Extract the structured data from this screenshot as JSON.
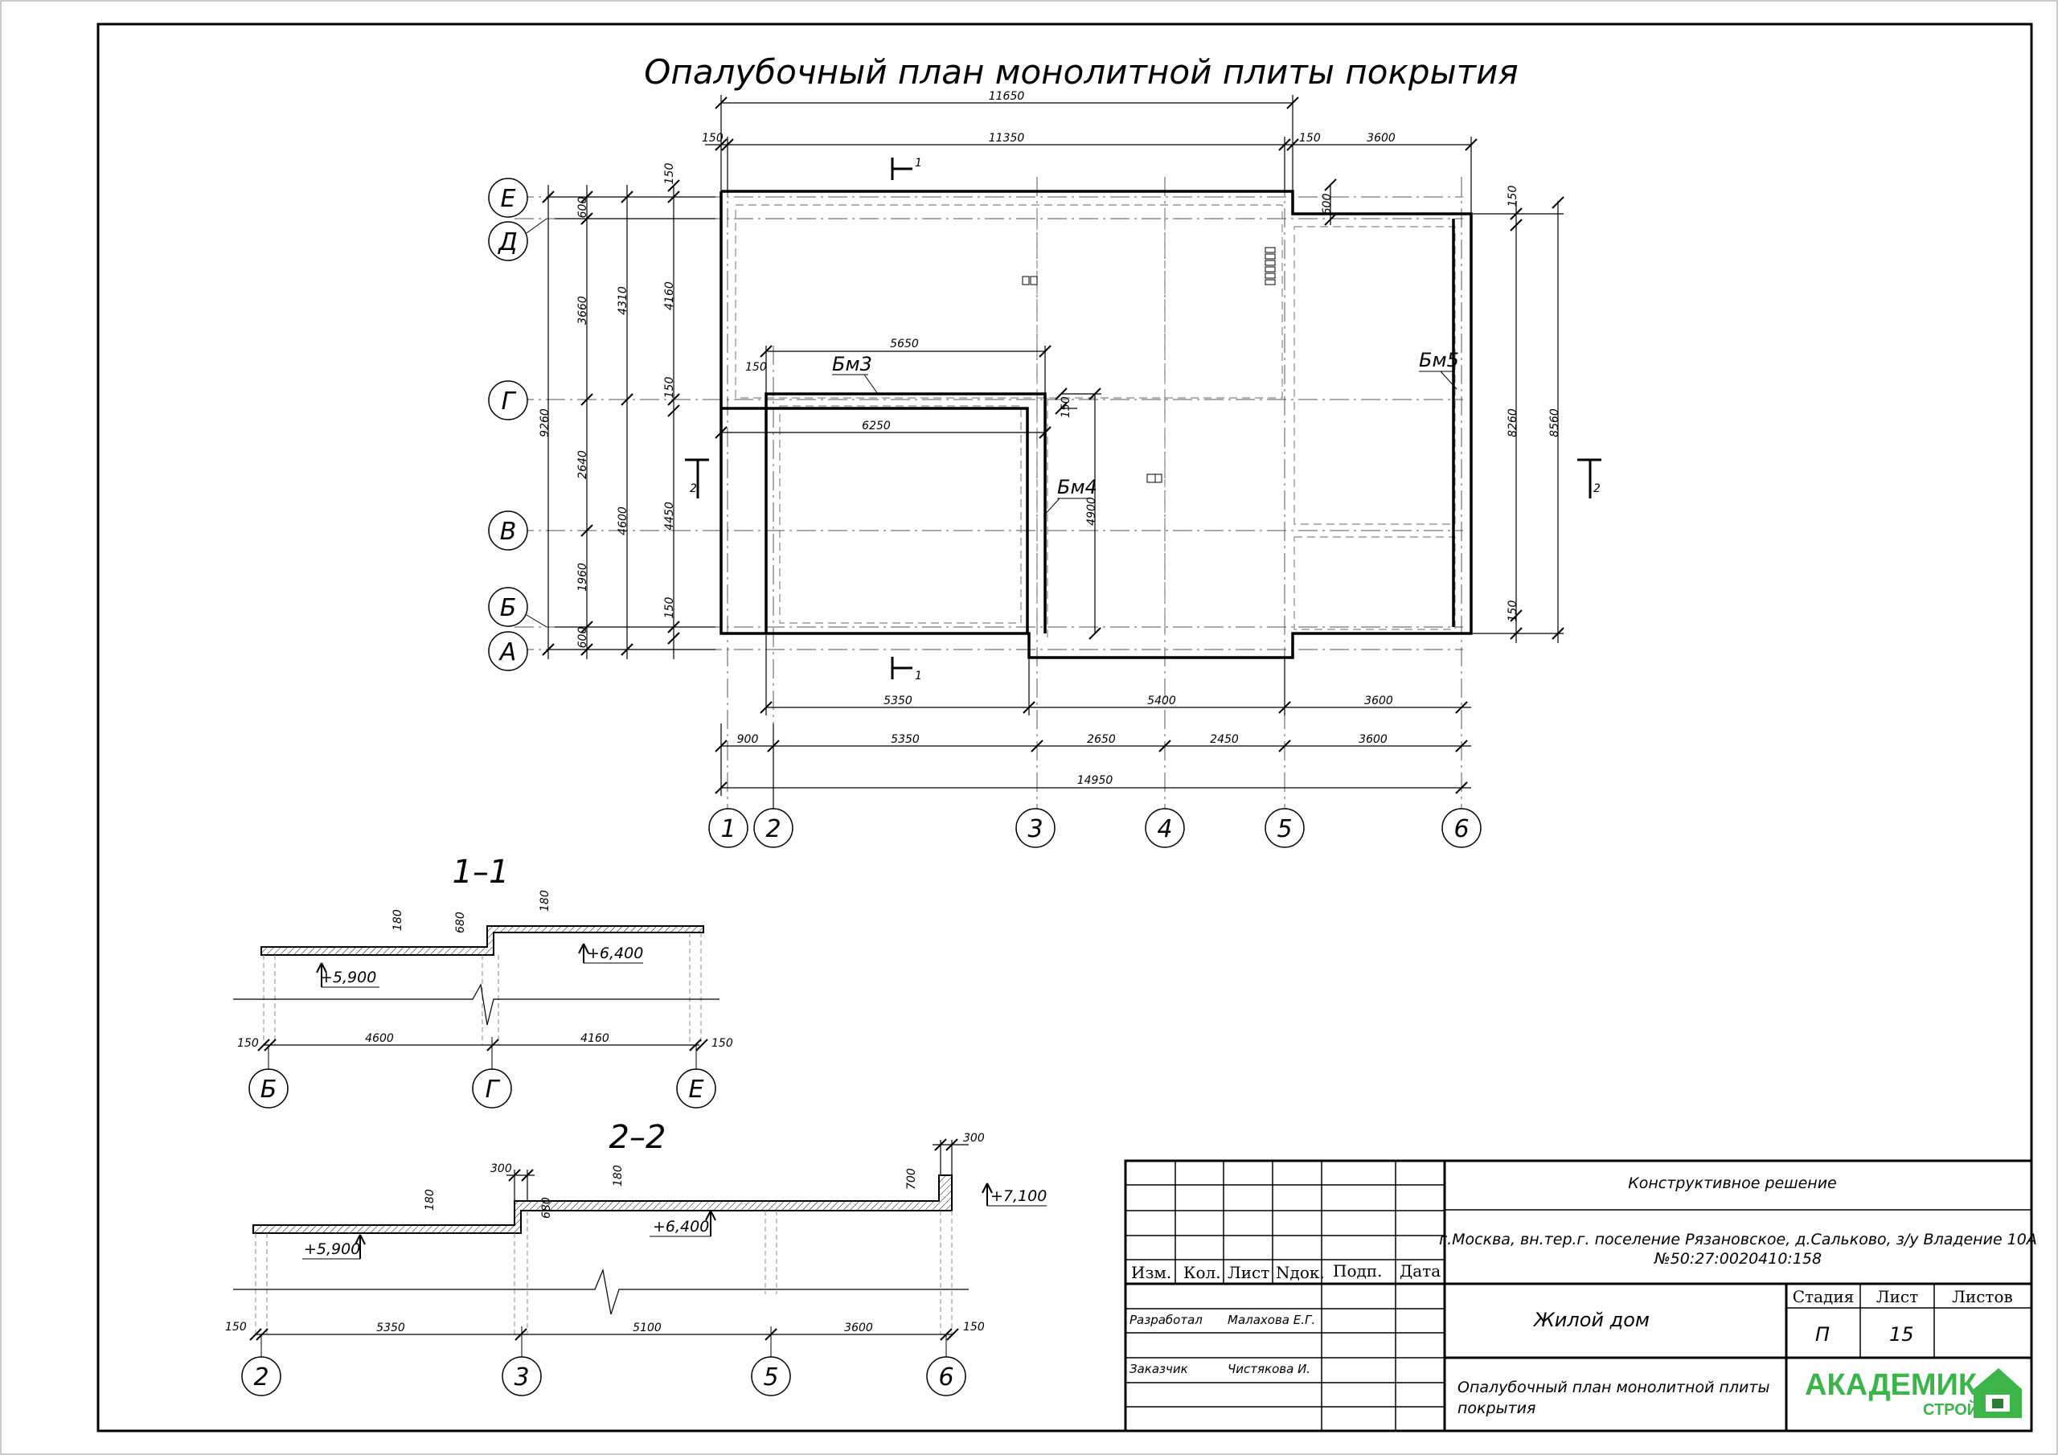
{
  "title": "Опалубочный план монолитной плиты покрытия",
  "axes": {
    "rows": [
      "Е",
      "Д",
      "Г",
      "В",
      "Б",
      "А"
    ],
    "cols": [
      "1",
      "2",
      "3",
      "4",
      "5",
      "6"
    ]
  },
  "beams": [
    "Бм3",
    "Бм4",
    "Бм5"
  ],
  "section_marks": {
    "s1": "1",
    "s2": "2"
  },
  "dims": {
    "top_total": "11650",
    "top_inner": "11350",
    "top_left_offset": "150",
    "top_right_offset": "150",
    "top_right_span": "3600",
    "inner_5650": "5650",
    "inner_150": "150",
    "inner_6250": "6250",
    "inner_150b": "150",
    "inner_4900": "4900",
    "row_5350": "5350",
    "row_5400": "5400",
    "row_3600": "3600",
    "bot_900": "900",
    "bot_5350": "5350",
    "bot_2650": "2650",
    "bot_2450": "2450",
    "bot_3600": "3600",
    "bot_total": "14950",
    "left_600a": "600",
    "left_3660": "3660",
    "left_2640": "2640",
    "left_1960": "1960",
    "left_600b": "600",
    "left_9260": "9260",
    "left_4310": "4310",
    "left_4600": "4600",
    "left_4160": "4160",
    "left_4450": "4450",
    "left_150a": "150",
    "left_150b": "150",
    "left_150c": "150",
    "right_150a": "150",
    "right_8260": "8260",
    "right_150b": "150",
    "right_8560": "8560",
    "right_600": "600"
  },
  "section_1": {
    "label": "1–1",
    "level_low": "+5,900",
    "level_high": "+6,400",
    "dim_180a": "180",
    "dim_680": "680",
    "dim_180b": "180",
    "dim_150l": "150",
    "dim_4600": "4600",
    "dim_4160": "4160",
    "dim_150r": "150",
    "axes": [
      "Б",
      "Г",
      "Е"
    ]
  },
  "section_2": {
    "label": "2–2",
    "level_low": "+5,900",
    "level_mid": "+6,400",
    "level_high": "+7,100",
    "dim_300a": "300",
    "dim_180a": "180",
    "dim_680": "680",
    "dim_180b": "180",
    "dim_700": "700",
    "dim_300b": "300",
    "dim_150l": "150",
    "dim_5350": "5350",
    "dim_5100": "5100",
    "dim_3600": "3600",
    "dim_150r": "150",
    "axes": [
      "2",
      "3",
      "5",
      "6"
    ]
  },
  "title_block": {
    "hdr_izm": "Изм.",
    "hdr_kol": "Кол.",
    "hdr_list": "Лист",
    "hdr_ndok": "Nдок.",
    "hdr_podp": "Подп.",
    "hdr_data": "Дата",
    "razrab_label": "Разработал",
    "razrab_name": "Малахова Е.Г.",
    "zakaz_label": "Заказчик",
    "zakaz_name": "Чистякова И.",
    "section_name": "Конструктивное решение",
    "address_1": "г.Москва, вн.тер.г. поселение Рязановское, д.Сальково, з/у Владение 10А",
    "address_2": "№50:27:0020410:158",
    "object": "Жилой дом",
    "stage_label": "Стадия",
    "sheet_label": "Лист",
    "sheets_label": "Листов",
    "stage": "П",
    "sheet": "15",
    "sheet_title_1": "Опалубочный план монолитной плиты",
    "sheet_title_2": "покрытия",
    "logo_main": "АКАДЕМИК",
    "logo_sub": "СТРОЙ"
  },
  "colors": {
    "logo_green": "#3bb54a",
    "logo_dark": "#2e7d32"
  }
}
